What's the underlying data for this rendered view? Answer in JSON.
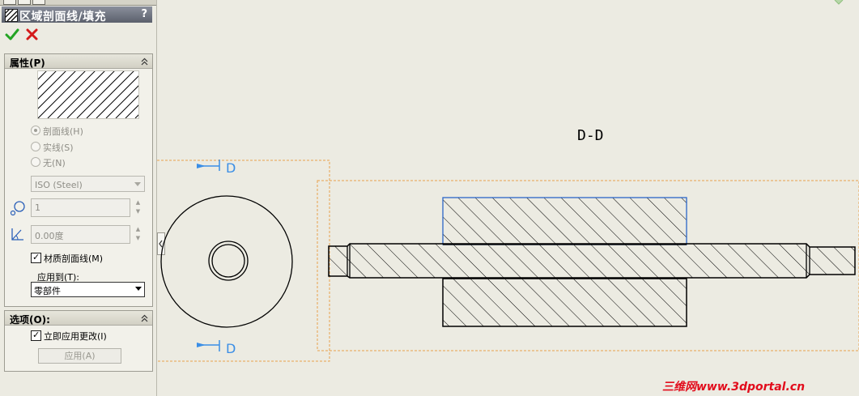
{
  "panel": {
    "title": "区域剖面线/填充",
    "help": "?",
    "properties": {
      "header": "属性(P)",
      "fill_options": [
        {
          "label": "剖面线(H)",
          "selected": true
        },
        {
          "label": "实线(S)",
          "selected": false
        },
        {
          "label": "无(N)",
          "selected": false
        }
      ],
      "pattern": "ISO (Steel)",
      "scale": "1",
      "angle": "0.00度",
      "material_hatch_label": "材质剖面线(M)",
      "material_hatch_checked": true,
      "apply_to_label": "应用到(T):",
      "apply_to_value": "零部件"
    },
    "options": {
      "header": "选项(O):",
      "apply_immediately_label": "立即应用更改(I)",
      "apply_immediately_checked": true,
      "apply_button": "应用(A)"
    }
  },
  "drawing": {
    "section_label": "D-D",
    "arrow_label_top": "D",
    "arrow_label_bottom": "D"
  },
  "watermark": "三维网www.3dportal.cn",
  "colors": {
    "background": "#ecebe2",
    "boundary": "#e8a24c",
    "arrow": "#3a8ee6",
    "selected_outline": "#2a66c8",
    "watermark": "#e20c1c"
  }
}
